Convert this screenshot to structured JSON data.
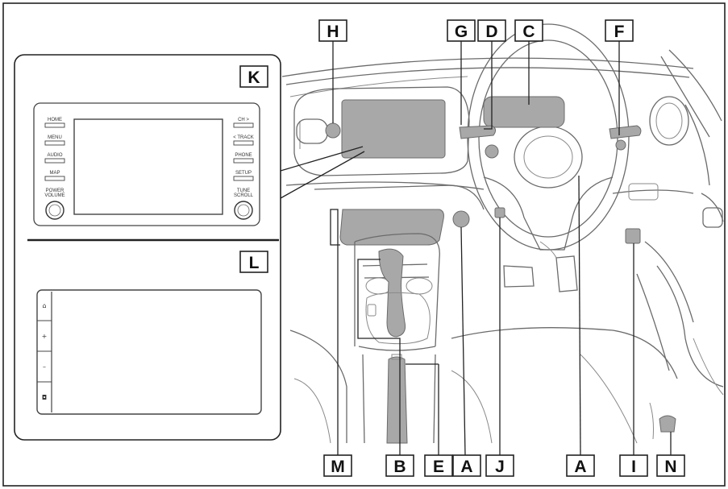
{
  "labels": {
    "A1": "A",
    "A2": "A",
    "B": "B",
    "C": "C",
    "D": "D",
    "E": "E",
    "F": "F",
    "G": "G",
    "H": "H",
    "I": "I",
    "J": "J",
    "K": "K",
    "L": "L",
    "M": "M",
    "N": "N"
  },
  "audio_unit": {
    "left_buttons": [
      "HOME",
      "MENU",
      "AUDIO",
      "MAP"
    ],
    "right_buttons": [
      "CH >",
      "< TRACK",
      "PHONE",
      "SETUP"
    ],
    "left_knob": [
      "POWER",
      "VOLUME"
    ],
    "right_knob": [
      "TUNE",
      "SCROLL"
    ]
  },
  "display_unit": {
    "side_buttons": [
      "⌂",
      "+",
      "–",
      "◘"
    ]
  }
}
